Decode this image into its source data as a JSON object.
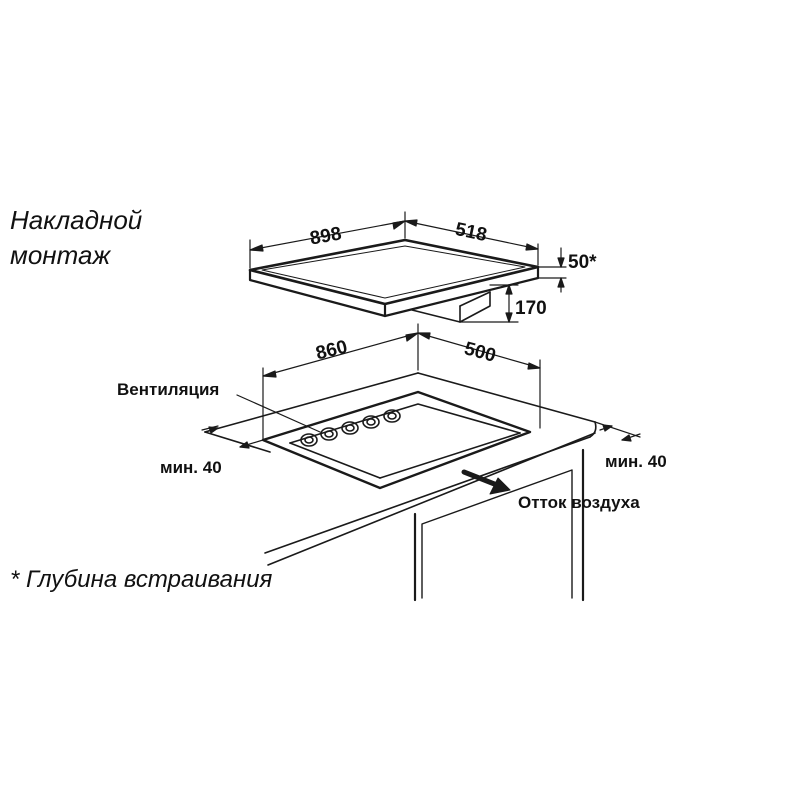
{
  "title": {
    "line1": "Накладной",
    "line2": "монтаж"
  },
  "footnote": "* Глубина встраивания",
  "hob": {
    "width": "898",
    "depth": "518",
    "thickness": "50*",
    "below_height": "170"
  },
  "cutout": {
    "width": "860",
    "depth": "500"
  },
  "labels": {
    "ventilation": "Вентиляция",
    "min_left": "мин. 40",
    "min_right": "мин. 40",
    "airflow": "Отток воздуха"
  },
  "colors": {
    "line": "#1a1a1a",
    "background": "#ffffff"
  }
}
